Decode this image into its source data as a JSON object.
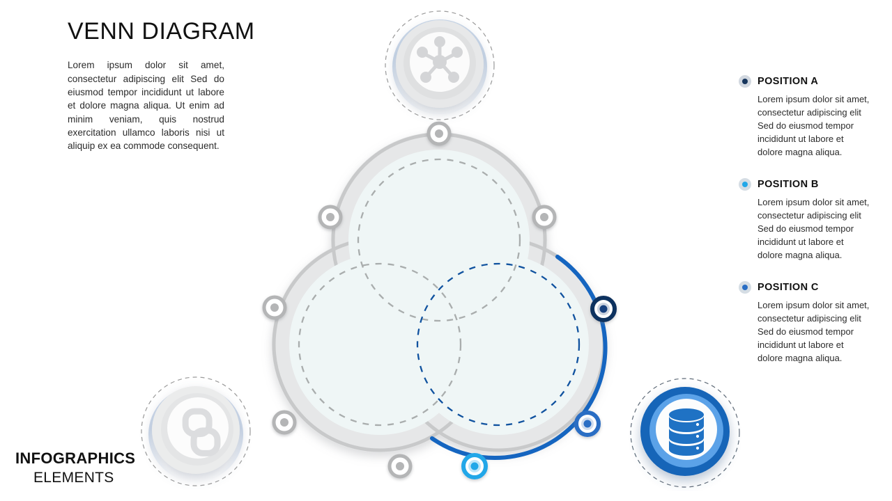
{
  "header": {
    "title": "VENN DIAGRAM",
    "body": "Lorem ipsum dolor sit amet, consectetur adipiscing elit Sed do eiusmod tempor incididunt ut labore et dolore magna aliqua. Ut enim ad minim veniam, quis nostrud exercitation ullamco laboris nisi ut aliquip ex ea commode consequent."
  },
  "footer": {
    "main": "INFOGRAPHICS",
    "sub": "ELEMENTS"
  },
  "legend": {
    "items": [
      {
        "label": "POSITION A",
        "body": "Lorem ipsum dolor sit amet, consectetur adipiscing elit Sed do eiusmod tempor incididunt ut labore et dolore magna aliqua.",
        "color": "#17365d",
        "ring": "#d2d8e0"
      },
      {
        "label": "POSITION B",
        "body": "Lorem ipsum dolor sit amet, consectetur adipiscing elit Sed do eiusmod tempor incididunt ut labore et dolore magna aliqua.",
        "color": "#22a7e8",
        "ring": "#d5dde4"
      },
      {
        "label": "POSITION C",
        "body": "Lorem ipsum dolor sit amet, consectetur adipiscing elit Sed do eiusmod tempor incididunt ut labore et dolore magna aliqua.",
        "color": "#2a6ec4",
        "ring": "#d5dde4"
      }
    ]
  },
  "medallions": [
    {
      "id": "network-medallion",
      "icon": "network-hub-icon",
      "state": "inactive",
      "color": "#d9dadc"
    },
    {
      "id": "link-medallion",
      "icon": "chain-link-icon",
      "state": "inactive",
      "color": "#dcdddf"
    },
    {
      "id": "database-medallion",
      "icon": "database-icon",
      "state": "active",
      "color": "#1f6fc4"
    }
  ],
  "diagram": {
    "type": "venn",
    "circle_count": 3,
    "fill": "#f0f6f6",
    "outline_gray": "#d6d6d6",
    "outline_blue": "#1565c0",
    "dash_gray": "#a8a8a8",
    "dash_blue": "#10529f",
    "highlighted_circle": "right",
    "nodes": [
      {
        "name": "node-top",
        "state": "inactive",
        "color": "#b0b0b0"
      },
      {
        "name": "node-upper-left",
        "state": "inactive",
        "color": "#b0b0b0"
      },
      {
        "name": "node-upper-right",
        "state": "inactive",
        "color": "#b0b0b0"
      },
      {
        "name": "node-left",
        "state": "inactive",
        "color": "#b0b0b0"
      },
      {
        "name": "node-lower-left",
        "state": "inactive",
        "color": "#b0b0b0"
      },
      {
        "name": "node-bottom",
        "state": "inactive",
        "color": "#b0b0b0"
      },
      {
        "name": "node-right-upper",
        "state": "active",
        "color": "#10305e"
      },
      {
        "name": "node-right-lower",
        "state": "active",
        "color": "#2a6ec4"
      },
      {
        "name": "node-bottom-blue",
        "state": "active",
        "color": "#22a7e8"
      }
    ]
  }
}
